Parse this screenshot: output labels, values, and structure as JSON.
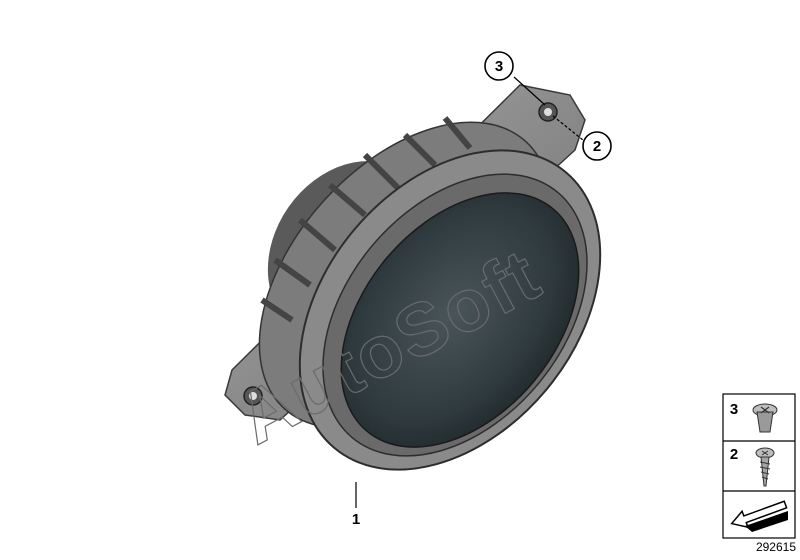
{
  "diagram": {
    "callouts": [
      {
        "number": "1"
      },
      {
        "number": "2"
      },
      {
        "number": "3"
      }
    ],
    "parts_panel": [
      {
        "number": "3",
        "icon": "expanding-nut-icon"
      },
      {
        "number": "2",
        "icon": "screw-icon"
      },
      {
        "icon": "arrow-left-icon"
      }
    ],
    "reference_id": "292615",
    "watermark": "AutoSoft"
  },
  "colors": {
    "speaker_frame": "#8a8a8a",
    "speaker_cone": "#2f3a3e",
    "line": "#000000"
  }
}
